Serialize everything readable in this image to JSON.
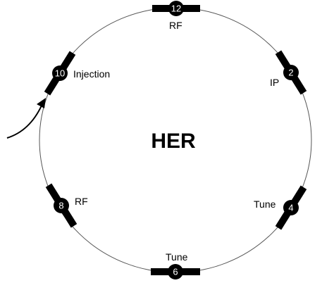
{
  "diagram": {
    "title": "HER",
    "points": [
      {
        "number": "12",
        "label": "RF"
      },
      {
        "number": "2",
        "label": "IP"
      },
      {
        "number": "4",
        "label": "Tune"
      },
      {
        "number": "6",
        "label": "Tune"
      },
      {
        "number": "8",
        "label": "RF"
      },
      {
        "number": "10",
        "label": "Injection"
      }
    ]
  }
}
